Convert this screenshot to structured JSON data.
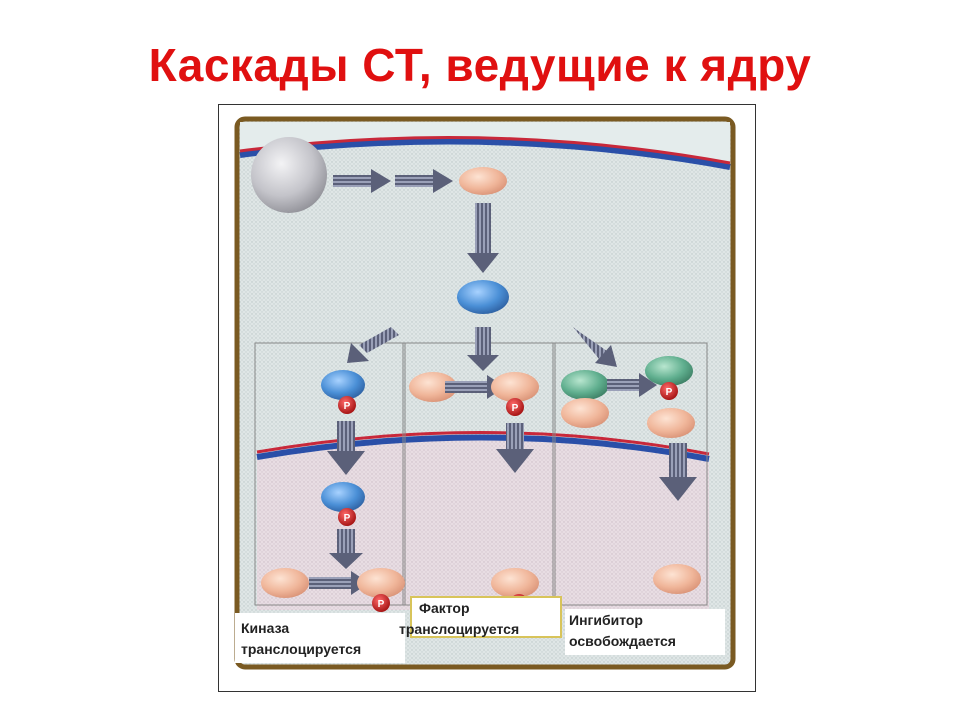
{
  "title": "Каскады СТ, ведущие к ядру",
  "diagram": {
    "phospho_label": "P",
    "labels": {
      "kinase_line1": "Киназа",
      "kinase_line2": "транслоцируется",
      "factor_line1": "Фактор",
      "factor_line2": "транслоцируется",
      "inhibitor_line1": "Ингибитор",
      "inhibitor_line2": "освобождается"
    },
    "colors": {
      "title": "#e01010",
      "frame": "#7a5a22",
      "membrane_red": "#c8283a",
      "membrane_blue": "#2a4fa8",
      "kinase_blue": "#4a8fd6",
      "factor_peach": "#f0b69a",
      "inhibitor_green": "#5fae8e",
      "phospho_red": "#c81818",
      "arrow": "#6a6f86"
    }
  }
}
